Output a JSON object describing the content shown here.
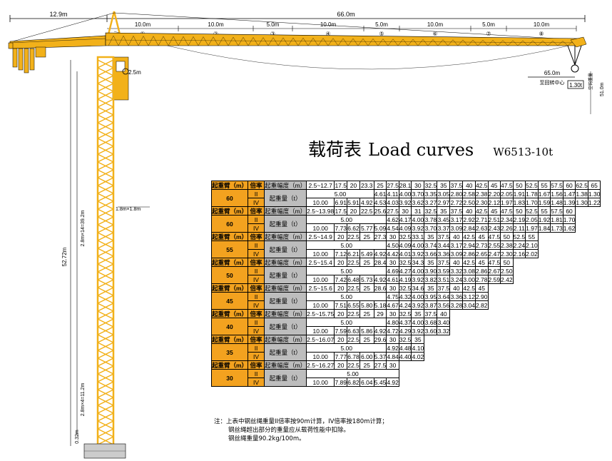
{
  "title": {
    "chinese": "载荷表",
    "english": "Load  curves",
    "model": "W6513-10t"
  },
  "dimensions": {
    "counter_jib": "12.9m",
    "jib_total": "66.0m",
    "sections": [
      {
        "len": "10.0m",
        "id": "①"
      },
      {
        "len": "10.0m",
        "id": "②"
      },
      {
        "len": "5.0m",
        "id": "③"
      },
      {
        "len": "10.0m",
        "id": "④"
      },
      {
        "len": "5.0m",
        "id": "⑤"
      },
      {
        "len": "10.0m",
        "id": "⑥"
      },
      {
        "len": "5.0m",
        "id": "⑦"
      },
      {
        "len": "10.0m",
        "id": "⑧"
      }
    ],
    "head_offset": "2.5m",
    "trolley_reach": "65.0m",
    "trolley_label": "至回转中心",
    "hook_box": "1.30t",
    "hook_side": "空钩重量",
    "right_height": "51.0m",
    "total_height": "52.72m",
    "mast_sections": "2.8m×14=39.2m",
    "mast_size": "1.8m×1.8m",
    "mast_lower": "2.8m×4=11.2m",
    "base_section": "0.32m"
  },
  "header": {
    "jib": "起重臂（m）",
    "rate": "倍率",
    "radius": "起重幅度（m）",
    "load": "起重量（t）"
  },
  "blocks": [
    {
      "jib": "60",
      "radius": [
        "2.5~12.7",
        "17.5",
        "20",
        "23.3",
        "25",
        "27.5",
        "28.1",
        "30",
        "32.5",
        "35",
        "37.5",
        "40",
        "42.5",
        "45",
        "47.5",
        "50",
        "52.5",
        "55",
        "57.5",
        "60",
        "62.5",
        "65"
      ],
      "ii": [
        "4.61",
        "4.11",
        "4.00",
        "3.70",
        "3.35",
        "3.05",
        "2.80",
        "2.58",
        "2.38",
        "2.20",
        "2.05",
        "1.91",
        "1.78",
        "1.67",
        "1.56",
        "1.47",
        "1.38",
        "1.30"
      ],
      "ii_const": "5.00",
      "iv": [
        "10.00",
        "6.91",
        "5.91",
        "4.92",
        "4.53",
        "4.03",
        "3.92",
        "3.62",
        "3.27",
        "2.97",
        "2.72",
        "2.50",
        "2.30",
        "2.12",
        "1.97",
        "1.83",
        "1.70",
        "1.59",
        "1.48",
        "1.39",
        "1.30",
        "1.22"
      ]
    },
    {
      "jib": "60",
      "radius": [
        "2.5~13.98",
        "17.5",
        "20",
        "22.5",
        "25.6",
        "27.5",
        "30",
        "31",
        "32.5",
        "35",
        "37.5",
        "40",
        "42.5",
        "45",
        "47.5",
        "50",
        "52.5",
        "55",
        "57.5",
        "60"
      ],
      "ii": [
        "4.62",
        "4.17",
        "4.00",
        "3.78",
        "3.45",
        "3.17",
        "2.92",
        "2.71",
        "2.51",
        "2.34",
        "2.19",
        "2.05",
        "1.92",
        "1.81",
        "1.70"
      ],
      "ii_const": "5.00",
      "iv": [
        "10.00",
        "7.73",
        "6.62",
        "5.77",
        "5.09",
        "4.54",
        "4.09",
        "3.92",
        "3.70",
        "3.37",
        "3.09",
        "2.84",
        "2.63",
        "2.43",
        "2.26",
        "2.11",
        "1.97",
        "1.84",
        "1.73",
        "1.62"
      ]
    },
    {
      "jib": "55",
      "radius": [
        "2.5~14.9",
        "20",
        "22.5",
        "25",
        "27.3",
        "30",
        "32.5",
        "33.1",
        "35",
        "37.5",
        "40",
        "42.5",
        "45",
        "47.5",
        "50",
        "52.5",
        "55"
      ],
      "ii": [
        "4.50",
        "4.09",
        "4.00",
        "3.74",
        "3.44",
        "3.17",
        "2.94",
        "2.73",
        "2.55",
        "2.38",
        "2.24",
        "2.10"
      ],
      "ii_const": "5.00",
      "iv": [
        "10.00",
        "7.12",
        "6.21",
        "5.49",
        "4.92",
        "4.42",
        "4.01",
        "3.92",
        "3.66",
        "3.36",
        "3.09",
        "2.86",
        "2.65",
        "2.47",
        "2.30",
        "2.16",
        "2.02"
      ]
    },
    {
      "jib": "50",
      "radius": [
        "2.5~15.4",
        "20",
        "22.5",
        "25",
        "28.4",
        "30",
        "32.5",
        "34.3",
        "35",
        "37.5",
        "40",
        "42.5",
        "45",
        "47.5",
        "50"
      ],
      "ii": [
        "4.69",
        "4.27",
        "4.00",
        "3.90",
        "3.59",
        "3.32",
        "3.08",
        "2.86",
        "2.67",
        "2.50"
      ],
      "ii_const": "5.00",
      "iv": [
        "10.00",
        "7.42",
        "6.48",
        "5.73",
        "4.92",
        "4.61",
        "4.19",
        "3.92",
        "3.82",
        "3.51",
        "3.24",
        "3.00",
        "2.78",
        "2.59",
        "2.42"
      ]
    },
    {
      "jib": "45",
      "radius": [
        "2.5~15.6",
        "20",
        "22.5",
        "25",
        "28.6",
        "30",
        "32.5",
        "34.6",
        "35",
        "37.5",
        "40",
        "42.5",
        "45"
      ],
      "ii": [
        "4.75",
        "4.32",
        "4.00",
        "3.95",
        "3.64",
        "3.36",
        "3.12",
        "2.90"
      ],
      "ii_const": "5.00",
      "iv": [
        "10.00",
        "7.51",
        "6.55",
        "5.80",
        "5.18",
        "4.67",
        "4.24",
        "3.92",
        "3.87",
        "3.56",
        "3.28",
        "3.04",
        "2.82"
      ]
    },
    {
      "jib": "40",
      "radius": [
        "2.5~15.75",
        "20",
        "22.5",
        "25",
        "29",
        "30",
        "32.5",
        "35",
        "37.5",
        "40"
      ],
      "ii": [
        "4.80",
        "4.37",
        "4.00",
        "3.68",
        "3.40"
      ],
      "ii_const": "5.00",
      "iv": [
        "10.00",
        "7.59",
        "6.63",
        "5.86",
        "4.92",
        "4.72",
        "4.29",
        "3.92",
        "3.60",
        "3.32"
      ]
    },
    {
      "jib": "35",
      "radius": [
        "2.5~16.07",
        "20",
        "22.5",
        "25",
        "29.6",
        "30",
        "32.5",
        "35"
      ],
      "ii": [
        "4.92",
        "4.48",
        "4.10"
      ],
      "ii_const": "5.00",
      "iv": [
        "10.00",
        "7.77",
        "6.78",
        "6.00",
        "5.37",
        "4.84",
        "4.40",
        "4.02"
      ]
    },
    {
      "jib": "30",
      "radius": [
        "2.5~16.27",
        "20",
        "22.5",
        "25",
        "27.5",
        "30"
      ],
      "ii": [],
      "ii_const": "5.00",
      "iv": [
        "10.00",
        "7.89",
        "6.82",
        "6.04",
        "5.45",
        "4.92"
      ]
    }
  ],
  "notes": [
    "注：上表中钢丝绳重量II倍率按90m计算，IV倍率按180m计算；",
    "钢丝绳超出部分的重量应从载荷性能中扣除。",
    "钢丝绳重量90.2kg/100m。"
  ],
  "colors": {
    "crane_yellow": "#f2b11a",
    "table_orange": "#f3a21f",
    "table_gray": "#bdbdbd"
  }
}
